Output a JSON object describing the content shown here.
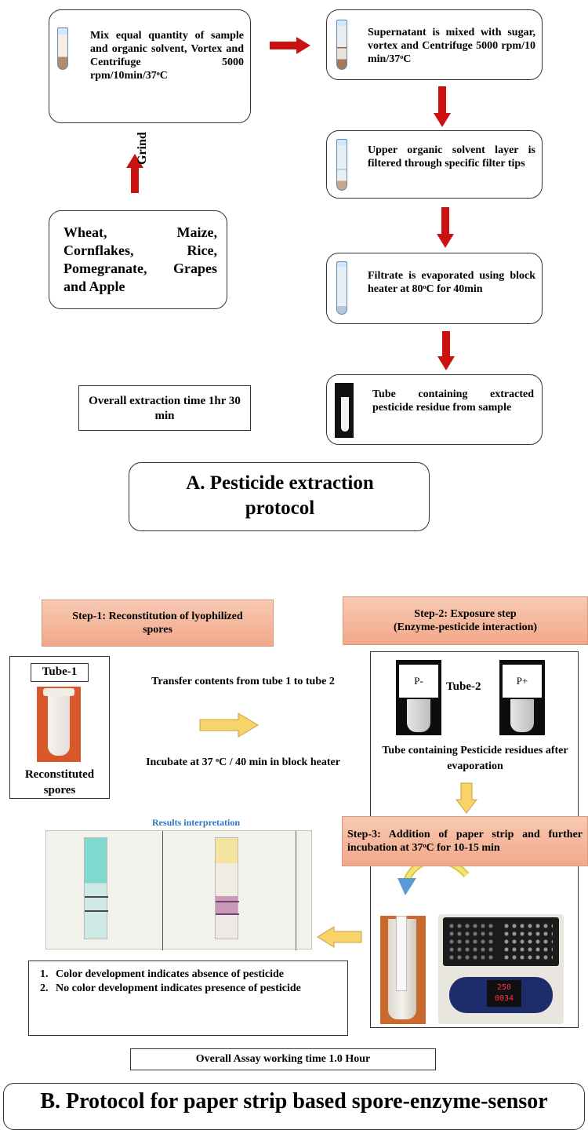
{
  "section_a": {
    "mix_step": "Mix equal quantity of sample and organic solvent, Vortex and Centrifuge 5000 rpm/10min/37ᵒC",
    "supernatant_step": "Supernatant is mixed with sugar, vortex and Centrifuge 5000 rpm/10 min/37ᵒC",
    "filter_step": "Upper organic solvent layer is filtered through specific filter tips",
    "evaporate_step": "Filtrate is evaporated using block heater at 80ᵒC for 40min",
    "extracted_step": "Tube containing extracted pesticide residue from sample",
    "grind_label": "Grind",
    "samples": "Wheat, Maize, Cornflakes, Rice, Pomegranate, Grapes and Apple",
    "extraction_time": "Overall extraction time 1hr 30 min",
    "title": "A. Pesticide extraction protocol"
  },
  "section_b": {
    "step1_label": "Step-1: Reconstitution of lyophilized spores",
    "step2_label_line1": "Step-2: Exposure step",
    "step2_label_line2": "(Enzyme-pesticide interaction)",
    "tube1_label": "Tube-1",
    "reconstituted_label": "Reconstituted spores",
    "transfer_text": "Transfer contents from tube 1 to tube 2",
    "incubate_text": "Incubate at 37 ᵒC / 40 min in block heater",
    "tube2_label": "Tube-2",
    "p_minus": "P-",
    "p_plus": "P+",
    "tube2_caption": "Tube containing Pesticide residues after evaporation",
    "step3_label": "Step-3: Addition of paper strip and further incubation at 37ᵒC for 10-15 min",
    "results_title": "Results interpretation",
    "results": [
      "Color development indicates absence of pesticide",
      "No color development indicates presence of pesticide"
    ],
    "heater_display_top": "250",
    "heater_display_bottom": "0034",
    "assay_time": "Overall Assay working time 1.0 Hour",
    "title": "B. Protocol for paper strip based spore-enzyme-sensor"
  },
  "colors": {
    "red_arrow": "#cc1111",
    "yellow_arrow": "#f7d36a",
    "step_label_fill": "#f3b293",
    "results_title": "#2f74c0"
  }
}
